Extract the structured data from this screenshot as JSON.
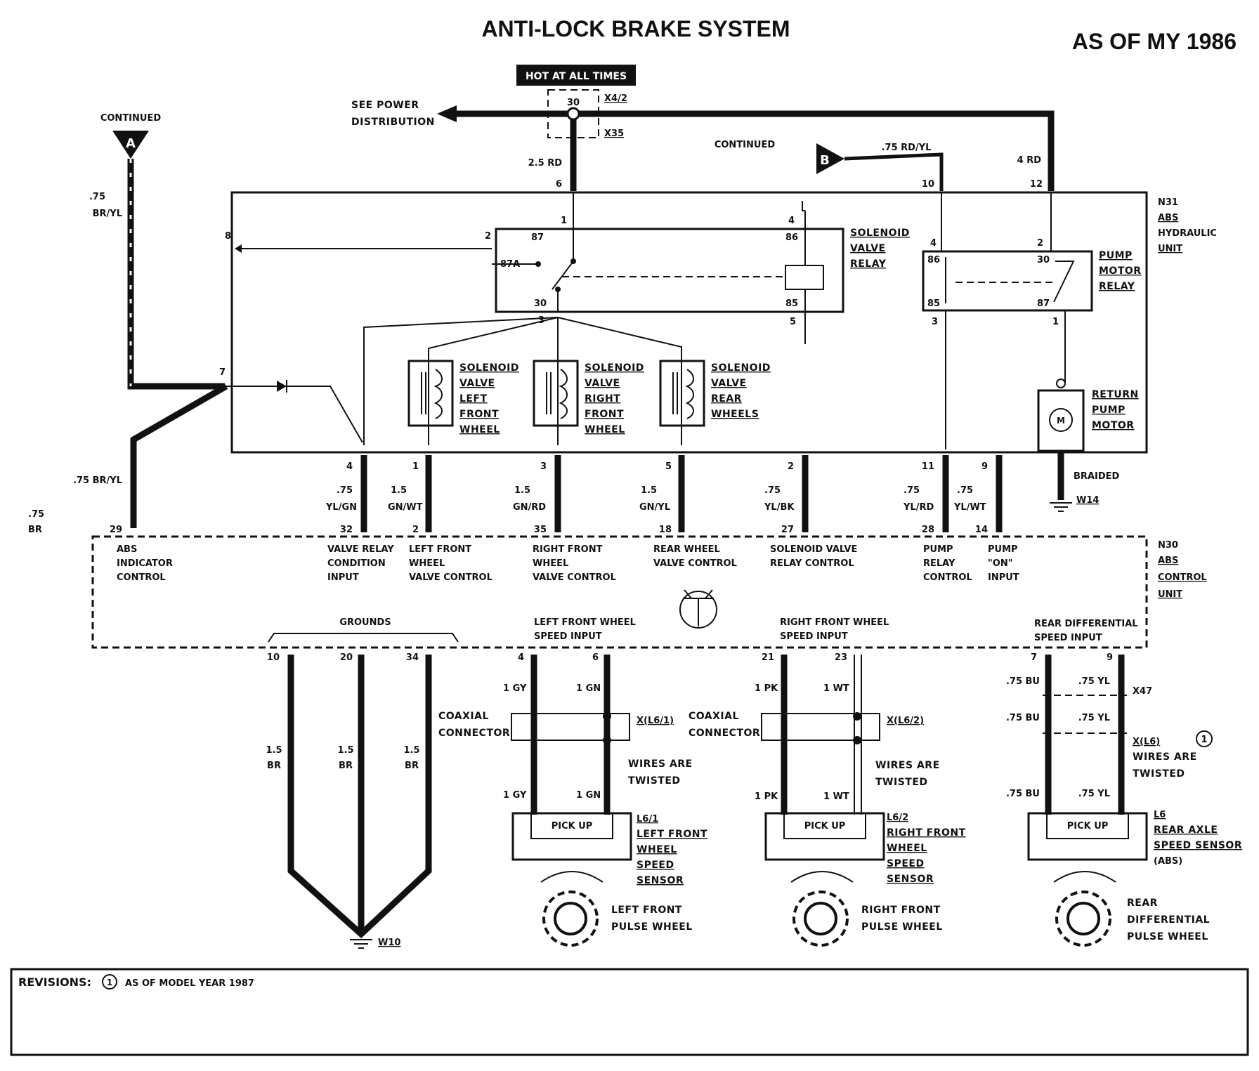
{
  "title": "ANTI-LOCK BRAKE SYSTEM",
  "model_year": "AS OF MY 1986",
  "top": {
    "hot_label": "HOT AT ALL TIMES",
    "see_power_1": "SEE POWER",
    "see_power_2": "DISTRIBUTION",
    "pin30": "30",
    "x4_2": "X4/2",
    "x35": "X35",
    "continued_a": "CONTINUED",
    "connector_a": "A",
    "continued_b": "CONTINUED",
    "connector_b": "B",
    "wire_b": ".75 RD/YL",
    "wire_6": "2.5 RD",
    "wire_12": "4 RD",
    "wire_a1": ".75",
    "wire_a2": "BR/YL",
    "wire_a3": ".75 BR/YL",
    "wire_br1": ".75",
    "wire_br2": "BR"
  },
  "n31": {
    "id": "N31",
    "name1": "ABS",
    "name2": "HYDRAULIC",
    "name3": "UNIT",
    "pins_top": [
      "6",
      "10",
      "12"
    ],
    "pin8": "8",
    "pin7": "7",
    "svr": {
      "l1": "SOLENOID",
      "l2": "VALVE",
      "l3": "RELAY",
      "p87": "87",
      "p87a": "87A",
      "p30": "30",
      "p86": "86",
      "p85": "85",
      "c1": "1",
      "c2": "2",
      "c3": "3",
      "c4": "4",
      "c5": "5"
    },
    "pmr": {
      "l1": "PUMP",
      "l2": "MOTOR",
      "l3": "RELAY",
      "p86": "86",
      "p85": "85",
      "p30": "30",
      "p87": "87",
      "c4": "4",
      "c2": "2",
      "c3": "3",
      "c1": "1"
    },
    "solenoids": [
      {
        "l1": "SOLENOID",
        "l2": "VALVE",
        "l3": "LEFT",
        "l4": "FRONT",
        "l5": "WHEEL"
      },
      {
        "l1": "SOLENOID",
        "l2": "VALVE",
        "l3": "RIGHT",
        "l4": "FRONT",
        "l5": "WHEEL"
      },
      {
        "l1": "SOLENOID",
        "l2": "VALVE",
        "l3": "REAR",
        "l4": "WHEELS"
      }
    ],
    "motor": {
      "l1": "RETURN",
      "l2": "PUMP",
      "l3": "MOTOR",
      "m": "M"
    },
    "braided": "BRAIDED",
    "w14": "W14"
  },
  "harness": [
    {
      "pin_top": "4",
      "w1": ".75",
      "w2": "YL/GN",
      "pin_bot": "32"
    },
    {
      "pin_top": "1",
      "w1": "1.5",
      "w2": "GN/WT",
      "pin_bot": "2"
    },
    {
      "pin_top": "3",
      "w1": "1.5",
      "w2": "GN/RD",
      "pin_bot": "35"
    },
    {
      "pin_top": "5",
      "w1": "1.5",
      "w2": "GN/YL",
      "pin_bot": "18"
    },
    {
      "pin_top": "2",
      "w1": ".75",
      "w2": "YL/BK",
      "pin_bot": "27"
    },
    {
      "pin_top": "11",
      "w1": ".75",
      "w2": "YL/RD",
      "pin_bot": "28"
    },
    {
      "pin_top": "9",
      "w1": ".75",
      "w2": "YL/WT",
      "pin_bot": "14"
    }
  ],
  "n30": {
    "id": "N30",
    "name1": "ABS",
    "name2": "CONTROL",
    "name3": "UNIT",
    "pin29": "29",
    "labels": [
      {
        "l1": "ABS",
        "l2": "INDICATOR",
        "l3": "CONTROL"
      },
      {
        "l1": "VALVE RELAY",
        "l2": "CONDITION",
        "l3": "INPUT"
      },
      {
        "l1": "LEFT FRONT",
        "l2": "WHEEL",
        "l3": "VALVE CONTROL"
      },
      {
        "l1": "RIGHT FRONT",
        "l2": "WHEEL",
        "l3": "VALVE CONTROL"
      },
      {
        "l1": "REAR WHEEL",
        "l2": "VALVE CONTROL"
      },
      {
        "l1": "SOLENOID VALVE",
        "l2": "RELAY CONTROL"
      },
      {
        "l1": "PUMP",
        "l2": "RELAY",
        "l3": "CONTROL"
      },
      {
        "l1": "PUMP",
        "l2": "\"ON\"",
        "l3": "INPUT"
      }
    ],
    "grounds": "GROUNDS",
    "lf_speed1": "LEFT FRONT WHEEL",
    "lf_speed2": "SPEED INPUT",
    "rf_speed1": "RIGHT FRONT WHEEL",
    "rf_speed2": "SPEED INPUT",
    "rd_speed1": "REAR DIFFERENTIAL",
    "rd_speed2": "SPEED INPUT"
  },
  "grounds": {
    "pins": [
      "10",
      "20",
      "34"
    ],
    "wire1": "1.5",
    "wire2": "BR",
    "w10": "W10"
  },
  "lf": {
    "pins": [
      "4",
      "6"
    ],
    "w_a": "1 GY",
    "w_b": "1 GN",
    "coax1": "COAXIAL",
    "coax2": "CONNECTOR",
    "conn": "X(L6/1)",
    "tw1": "WIRES ARE",
    "tw2": "TWISTED",
    "pickup": "PICK UP",
    "s1": "L6/1",
    "s2": "LEFT FRONT",
    "s3": "WHEEL",
    "s4": "SPEED",
    "s5": "SENSOR",
    "pw1": "LEFT FRONT",
    "pw2": "PULSE WHEEL"
  },
  "rf": {
    "pins": [
      "21",
      "23"
    ],
    "w_a": "1 PK",
    "w_b": "1 WT",
    "coax1": "COAXIAL",
    "coax2": "CONNECTOR",
    "conn": "X(L6/2)",
    "tw1": "WIRES ARE",
    "tw2": "TWISTED",
    "pickup": "PICK UP",
    "s1": "L6/2",
    "s2": "RIGHT FRONT",
    "s3": "WHEEL",
    "s4": "SPEED",
    "s5": "SENSOR",
    "pw1": "RIGHT FRONT",
    "pw2": "PULSE WHEEL"
  },
  "rd": {
    "pins": [
      "7",
      "9"
    ],
    "w_a": ".75 BU",
    "w_b": ".75 YL",
    "x47": "X47",
    "conn": "X(L6)",
    "rev": "1",
    "tw1": "WIRES ARE",
    "tw2": "TWISTED",
    "pickup": "PICK UP",
    "s1": "L6",
    "s2": "REAR AXLE",
    "s3": "SPEED SENSOR",
    "s4": "(ABS)",
    "pw1": "REAR",
    "pw2": "DIFFERENTIAL",
    "pw3": "PULSE WHEEL"
  },
  "revisions": {
    "label": "REVISIONS:",
    "num": "1",
    "text": "AS OF MODEL YEAR 1987"
  }
}
